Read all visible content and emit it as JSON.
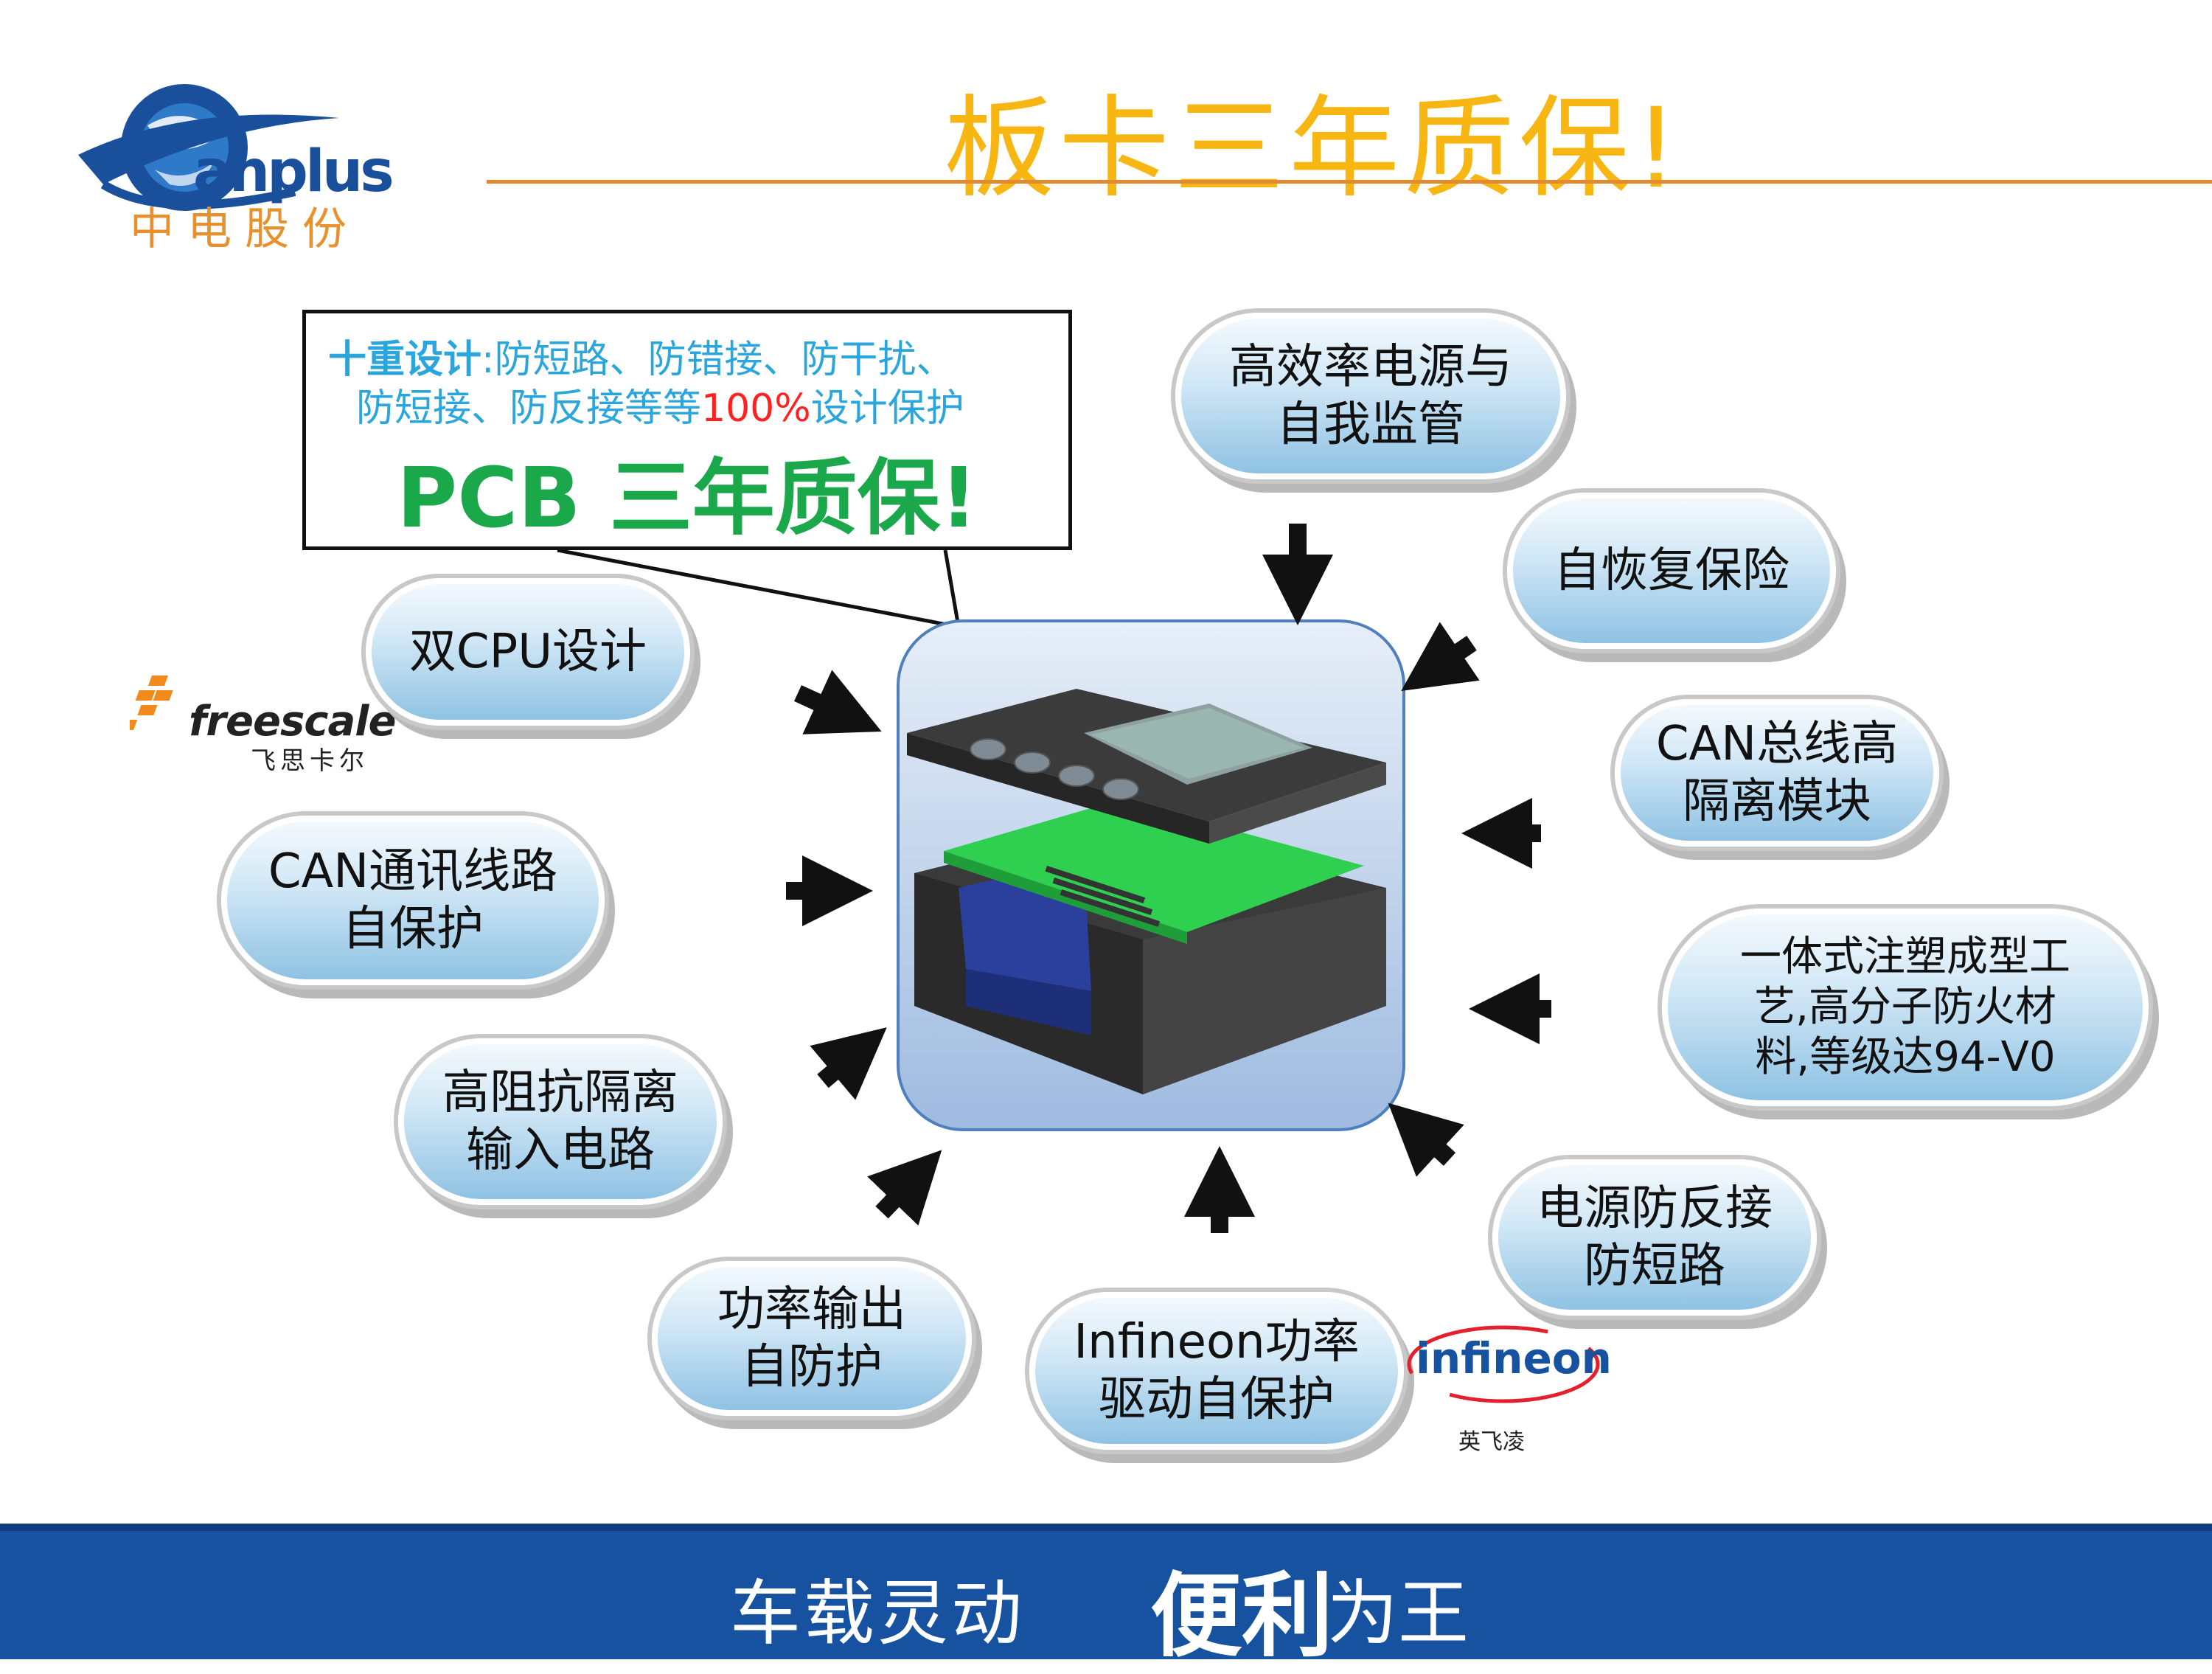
{
  "header": {
    "logo_text": "anplus",
    "logo_sub": "中电股份",
    "title": "板卡三年质保!"
  },
  "callout": {
    "line1_highlight": "十重设计",
    "line1_rest": ":防短路、防错接、防干扰、",
    "line2_pre": "防短接、防反接等等",
    "line2_red": "100%",
    "line2_post": "设计保护",
    "big": "PCB 三年质保!"
  },
  "features": {
    "dual_cpu": "双CPU设计",
    "can_comm": [
      "CAN通讯线路",
      "自保护"
    ],
    "high_impedance": [
      "高阻抗隔离",
      "输入电路"
    ],
    "power_output": [
      "功率输出",
      "自防护"
    ],
    "infineon_drive": [
      "Infineon功率",
      "驱动自保护"
    ],
    "power_reverse": [
      "电源防反接",
      "防短路"
    ],
    "molding": [
      "一体式注塑成型工",
      "艺,高分子防火材",
      "料,等级达94-V0"
    ],
    "can_bus": [
      "CAN总线高",
      "隔离模块"
    ],
    "fuse": "自恢复保险",
    "efficiency": [
      "高效率电源与",
      "自我监管"
    ]
  },
  "brands": {
    "freescale": "freescale",
    "freescale_sub": "飞思卡尔",
    "infineon": "infineon",
    "infineon_sub": "英飞凌"
  },
  "footer": {
    "left": "车载灵动",
    "bold": "便利",
    "right": "为王"
  },
  "colors": {
    "title": "#f7b612",
    "header_line": "#e28a32",
    "callout_blue": "#2aa6dd",
    "callout_red": "#ff2020",
    "callout_green": "#1aa84a",
    "footer": "#1652a0"
  }
}
